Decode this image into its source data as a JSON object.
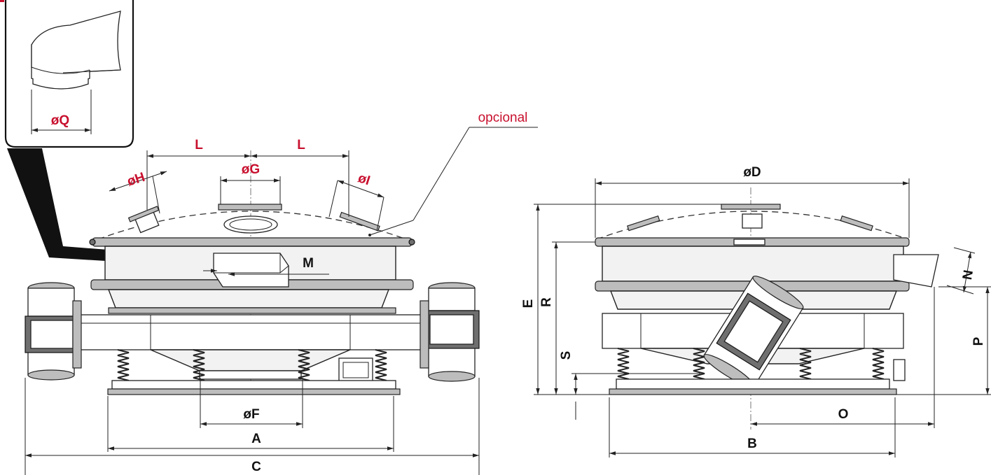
{
  "detail_inset": {
    "label_q": "øQ"
  },
  "annotation": {
    "optional_label": "opcional"
  },
  "front_view": {
    "dim_A": "A",
    "dim_C": "C",
    "dim_F": "øF",
    "dim_G": "øG",
    "dim_H": "øH",
    "dim_I": "øI",
    "dim_L_left": "L",
    "dim_L_right": "L",
    "dim_M": "M"
  },
  "side_view": {
    "dim_B": "B",
    "dim_D": "øD",
    "dim_E": "E",
    "dim_N": "N",
    "dim_O": "O",
    "dim_P": "P",
    "dim_R": "R",
    "dim_S": "S"
  },
  "colors": {
    "accent_red": "#c8102e",
    "line": "#222222"
  }
}
